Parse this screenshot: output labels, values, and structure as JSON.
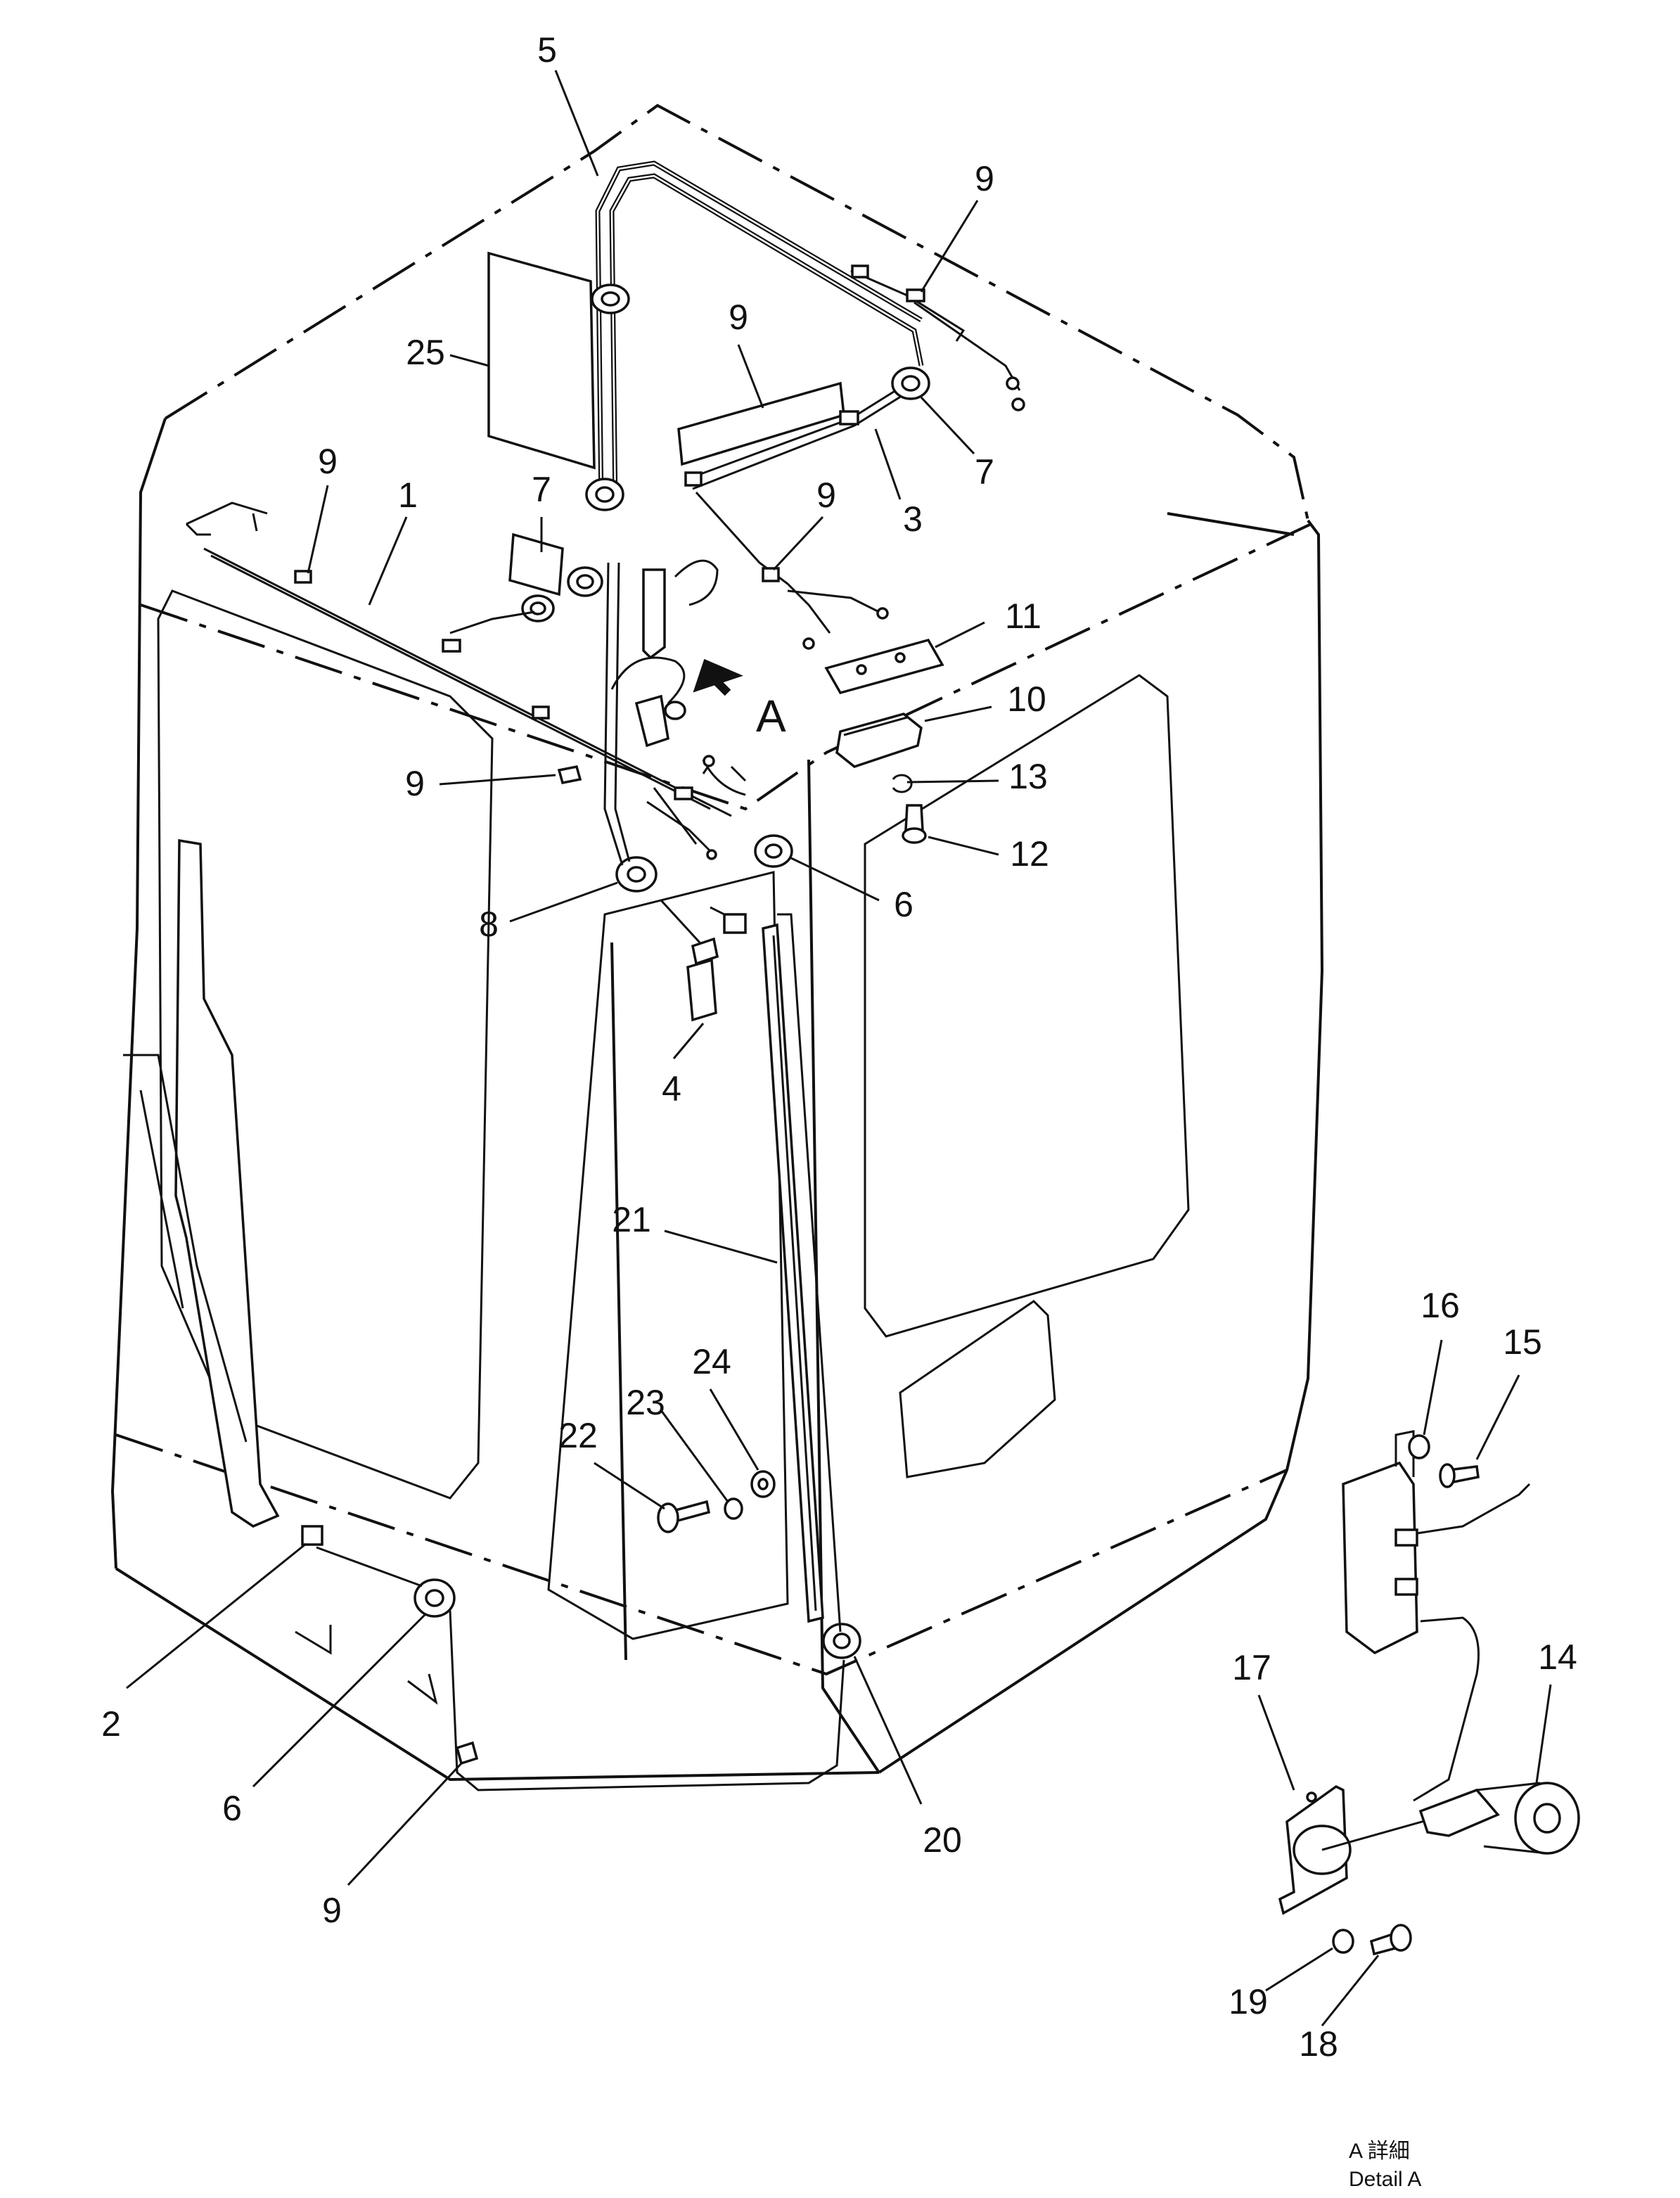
{
  "callouts": [
    {
      "id": "5",
      "text": "5"
    },
    {
      "id": "9a",
      "text": "9"
    },
    {
      "id": "9b",
      "text": "9"
    },
    {
      "id": "25",
      "text": "25"
    },
    {
      "id": "7a",
      "text": "7"
    },
    {
      "id": "7b",
      "text": "7"
    },
    {
      "id": "3",
      "text": "3"
    },
    {
      "id": "9c",
      "text": "9"
    },
    {
      "id": "1",
      "text": "1"
    },
    {
      "id": "9d",
      "text": "9"
    },
    {
      "id": "11",
      "text": "11"
    },
    {
      "id": "10",
      "text": "10"
    },
    {
      "id": "13",
      "text": "13"
    },
    {
      "id": "12",
      "text": "12"
    },
    {
      "id": "9e",
      "text": "9"
    },
    {
      "id": "6a",
      "text": "6"
    },
    {
      "id": "8",
      "text": "8"
    },
    {
      "id": "4",
      "text": "4"
    },
    {
      "id": "21",
      "text": "21"
    },
    {
      "id": "16",
      "text": "16"
    },
    {
      "id": "15",
      "text": "15"
    },
    {
      "id": "24",
      "text": "24"
    },
    {
      "id": "23",
      "text": "23"
    },
    {
      "id": "22",
      "text": "22"
    },
    {
      "id": "2",
      "text": "2"
    },
    {
      "id": "6b",
      "text": "6"
    },
    {
      "id": "9f",
      "text": "9"
    },
    {
      "id": "20",
      "text": "20"
    },
    {
      "id": "17",
      "text": "17"
    },
    {
      "id": "14",
      "text": "14"
    },
    {
      "id": "19",
      "text": "19"
    },
    {
      "id": "18",
      "text": "18"
    }
  ],
  "detail_marker": "A",
  "detail_caption": {
    "japanese": "A 詳細",
    "english": "Detail A"
  }
}
